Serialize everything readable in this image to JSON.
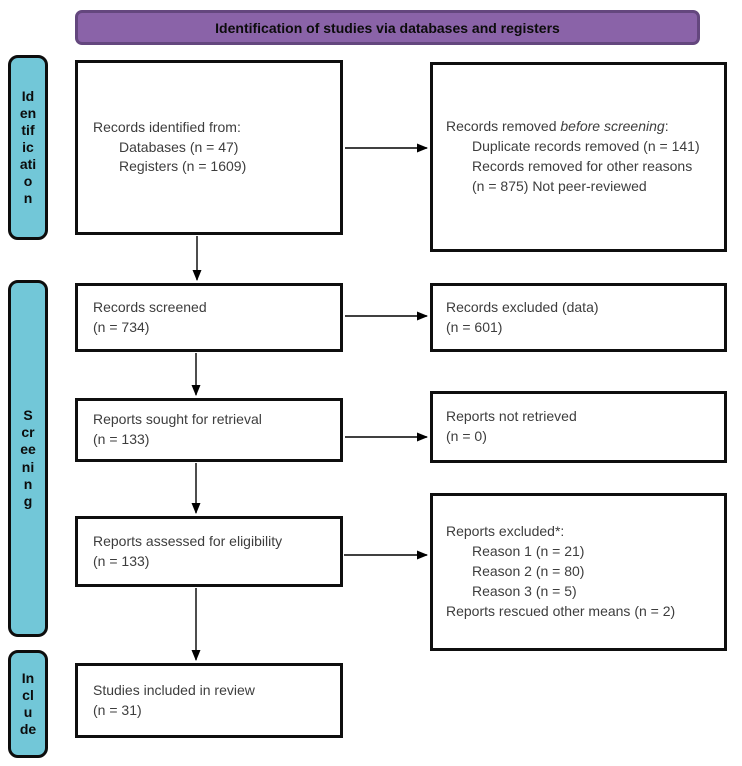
{
  "header": {
    "label": "Identification of studies via databases and registers"
  },
  "colors": {
    "header_fill": "#8a63a8",
    "header_border": "#64477e",
    "sidebar_fill": "#72c7d8",
    "box_border": "#0f0f0f",
    "text": "#3d3d3d",
    "arrow": "#000000"
  },
  "sidebar": {
    "identification": "Id\nen\ntif\nic\nati\no\nn",
    "screening": "S\ncr\nee\nni\nn\ng",
    "include": "In\ncl\nu\nde"
  },
  "boxes": {
    "records_identified": {
      "title": "Records identified from:",
      "items": [
        "Databases (n = 47)",
        "Registers (n = 1609)"
      ]
    },
    "records_removed": {
      "title_prefix": "Records removed ",
      "title_italic": "before screening",
      "title_suffix": ":",
      "items": [
        "Duplicate records removed (n = 141)",
        "Records removed for other reasons (n = 875) Not peer-reviewed"
      ]
    },
    "records_screened": {
      "line1": "Records screened",
      "line2": "(n = 734)"
    },
    "records_excluded": {
      "line1": "Records excluded (data)",
      "line2": "(n = 601)"
    },
    "reports_sought": {
      "line1": "Reports sought for retrieval",
      "line2": "(n = 133)"
    },
    "reports_not_retrieved": {
      "line1": "Reports not retrieved",
      "line2": "(n = 0)"
    },
    "reports_assessed": {
      "line1": "Reports assessed for eligibility",
      "line2": "(n = 133)"
    },
    "reports_excluded": {
      "title": "Reports excluded*:",
      "items": [
        "Reason 1 (n = 21)",
        "Reason 2 (n = 80)",
        "Reason 3 (n = 5)"
      ],
      "footer": "Reports rescued other means (n = 2)"
    },
    "studies_included": {
      "line1": "Studies included in review",
      "line2": "(n = 31)"
    }
  }
}
